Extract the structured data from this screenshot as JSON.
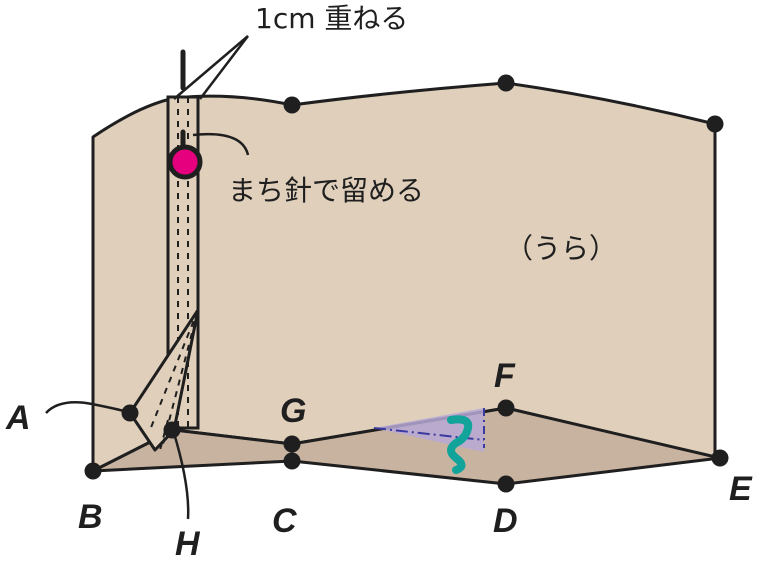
{
  "annotations": {
    "overlap_label": "1cm 重ねる",
    "pin_label": "まち針で留める",
    "reverse_side_label": "（うら）"
  },
  "points": {
    "A": "A",
    "B": "B",
    "C": "C",
    "D": "D",
    "E": "E",
    "F": "F",
    "G": "G",
    "H": "H"
  },
  "colors": {
    "fabric": "#dfcfbb",
    "fabric_bottom": "#c8b3a0",
    "outline": "#1f1f1f",
    "pin_head": "#e6007e",
    "fold_highlight": "#b7a9d6",
    "wavy_mark": "#12a39a",
    "dash_dot": "#3a3aa0"
  },
  "icons": {
    "pin": "pin-icon",
    "fold_mark": "wavy-fold-icon"
  }
}
